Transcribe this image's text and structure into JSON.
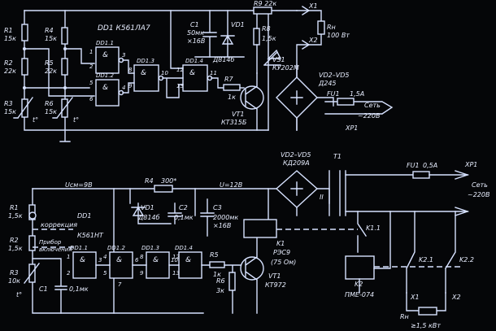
{
  "top": {
    "r1": "R1",
    "r1v": "15к",
    "r2": "R2",
    "r2v": "22к",
    "r3": "R3",
    "r3v": "15к",
    "r4": "R4",
    "r4v": "15к",
    "r5": "R5",
    "r5v": "22к",
    "r6": "R6",
    "r6v": "15к",
    "t": "t°",
    "dd1": "DD1 К561ЛА7",
    "dd11": "DD1.1",
    "dd12": "DD1.2",
    "dd13": "DD1.3",
    "dd14": "DD1.4",
    "amp": "&",
    "c1": "C1",
    "c1v": "50мк",
    "c1v2": "×16В",
    "vd1": "VD1",
    "vd1v": "Д814б",
    "r7": "R7",
    "r7v": "1к",
    "r8": "R8",
    "r8v": "1,5к",
    "r9": "R9 22к",
    "vt1": "VT1",
    "vt1v": "КТ315Б",
    "vs1": "VS1",
    "vs1v": "КУ202М",
    "vd25": "VD2–VD5",
    "vd25v": "Д245",
    "x1": "X1",
    "x2": "X2",
    "rn": "Rн",
    "rnv": "100 Вт",
    "fu1": "FU1",
    "fu1v": "1,5А",
    "set1": "Сеть",
    "set2": "~220В",
    "xp1": "XP1",
    "pins": [
      "1",
      "2",
      "3",
      "4",
      "5",
      "6",
      "8",
      "9",
      "10",
      "11",
      "12",
      "13"
    ]
  },
  "bottom": {
    "ucm": "Uсм=9В",
    "r4": "R4",
    "r4v": "300*",
    "u12": "U=12В",
    "vd25": "VD2–VD5",
    "vd25v": "КД209А",
    "t1": "T1",
    "fu1": "FU1",
    "fu1v": "0,5А",
    "xp1": "XP1",
    "set1": "Сеть",
    "set2": "~220В",
    "r1": "R1",
    "r1v": "1,5к",
    "r2": "R2",
    "r2v": "1,5к",
    "r3": "R3",
    "r3v": "10к",
    "dd1": "DD1",
    "korr": "коррекция",
    "k561": "К561НТ",
    "pribor1": "Прибор",
    "pribor2": "включения",
    "t": "t°",
    "c1": "C1",
    "c1v": "0,1мк",
    "vd1": "VD1",
    "vd1v": "Д814б",
    "c2": "C2",
    "c2v": "0,1мк",
    "c3": "C3",
    "c3v": "2000мк",
    "c3v2": "×16В",
    "dd11": "DD1.1",
    "dd12": "DD1.2",
    "dd13": "DD1.3",
    "dd14": "DD1.4",
    "amp": "&",
    "r5": "R5",
    "r5v": "1к",
    "r6": "R6",
    "r6v": "3к",
    "k1": "K1",
    "k1v": "РЭС9",
    "k1v2": "(75 Ом)",
    "vt1": "VT1",
    "vt1v": "КТ972",
    "k11": "K1.1",
    "k2": "K2",
    "k2v": "ПМЕ-074",
    "k21": "K2.1",
    "k22": "K2.2",
    "x1": "X1",
    "x2": "X2",
    "rn": "Rн",
    "rnv": "≥1,5 кВт",
    "roman": "II",
    "pins": [
      "1",
      "2",
      "3",
      "4",
      "5",
      "6",
      "7",
      "8",
      "9",
      "10",
      "12",
      "13"
    ]
  }
}
